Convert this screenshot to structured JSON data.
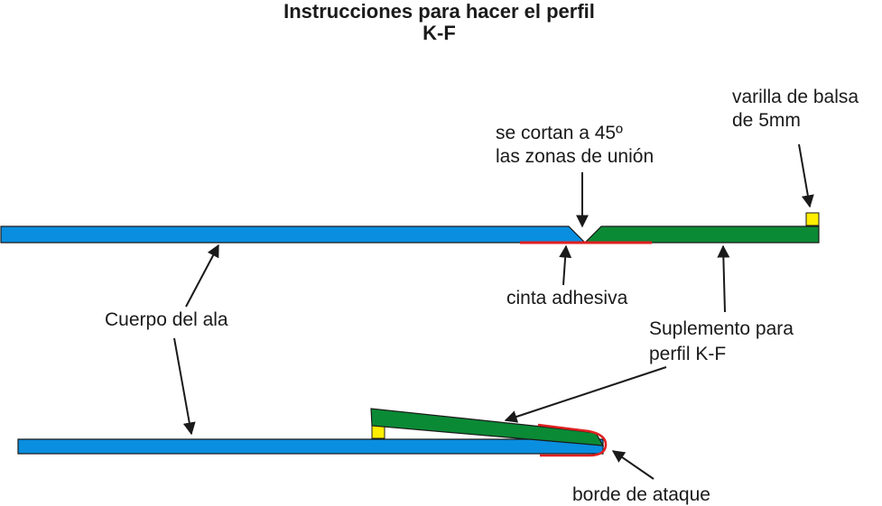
{
  "title": {
    "line1": "Instrucciones para hacer el perfil",
    "line2": "K-F"
  },
  "labels": {
    "varilla_line1": "varilla de balsa",
    "varilla_line2": "de 5mm",
    "corte_line1": "se cortan a 45º",
    "corte_line2": "las zonas de unión",
    "cinta": "cinta adhesiva",
    "cuerpo": "Cuerpo del ala",
    "suplemento_line1": "Suplemento para",
    "suplemento_line2": "perfil K-F",
    "borde": "borde de ataque"
  },
  "colors": {
    "wing_body": "#0a8ee0",
    "supplement": "#0b8a35",
    "balsa_rod": "#ffee00",
    "tape": "#e02020",
    "outline": "#1a1a1a"
  }
}
